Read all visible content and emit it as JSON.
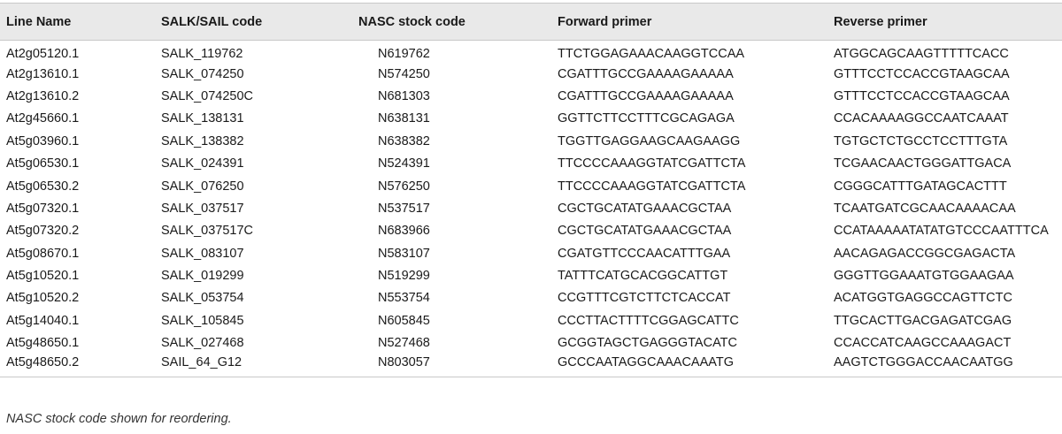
{
  "table": {
    "headers": [
      "Line Name",
      "SALK/SAIL code",
      "NASC stock code",
      "Forward primer",
      "Reverse primer"
    ],
    "rows": [
      [
        "At2g05120.1",
        "SALK_119762",
        "N619762",
        "TTCTGGAGAAACAAGGTCCAA",
        "ATGGCAGCAAGTTTTTCACC"
      ],
      [
        "At2g13610.1",
        "SALK_074250",
        "N574250",
        "CGATTTGCCGAAAAGAAAAA",
        "GTTTCCTCCACCGTAAGCAA"
      ],
      [
        "At2g13610.2",
        "SALK_074250C",
        "N681303",
        "CGATTTGCCGAAAAGAAAAA",
        "GTTTCCTCCACCGTAAGCAA"
      ],
      [
        "At2g45660.1",
        "SALK_138131",
        "N638131",
        "GGTTCTTCCTTTCGCAGAGA",
        "CCACAAAAGGCCAATCAAAT"
      ],
      [
        "At5g03960.1",
        "SALK_138382",
        "N638382",
        "TGGTTGAGGAAGCAAGAAGG",
        "TGTGCTCTGCCTCCTTTGTA"
      ],
      [
        "At5g06530.1",
        "SALK_024391",
        "N524391",
        "TTCCCCAAAGGTATCGATTCTA",
        "TCGAACAACTGGGATTGACA"
      ],
      [
        "At5g06530.2",
        "SALK_076250",
        "N576250",
        "TTCCCCAAAGGTATCGATTCTA",
        "CGGGCATTTGATAGCACTTT"
      ],
      [
        "At5g07320.1",
        "SALK_037517",
        "N537517",
        "CGCTGCATATGAAACGCTAA",
        "TCAATGATCGCAACAAAACAA"
      ],
      [
        "At5g07320.2",
        "SALK_037517C",
        "N683966",
        "CGCTGCATATGAAACGCTAA",
        "CCATAAAAATATATGTCCCAATTTCA"
      ],
      [
        "At5g08670.1",
        "SALK_083107",
        "N583107",
        "CGATGTTCCCAACATTTGAA",
        "AACAGAGACCGGCGAGACTA"
      ],
      [
        "At5g10520.1",
        "SALK_019299",
        "N519299",
        "TATTTCATGCACGGCATTGT",
        "GGGTTGGAAATGTGGAAGAA"
      ],
      [
        "At5g10520.2",
        "SALK_053754",
        "N553754",
        "CCGTTTCGTCTTCTCACCAT",
        "ACATGGTGAGGCCAGTTCTC"
      ],
      [
        "At5g14040.1",
        "SALK_105845",
        "N605845",
        "CCCTTACTTTTCGGAGCATTC",
        "TTGCACTTGACGAGATCGAG"
      ],
      [
        "At5g48650.1",
        "SALK_027468",
        "N527468",
        "GCGGTAGCTGAGGGTACATC",
        "CCACCATCAAGCCAAAGACT"
      ],
      [
        "At5g48650.2",
        "SAIL_64_G12",
        "N803057",
        "GCCCAATAGGCAAACAAATG",
        "AAGTCTGGGACCAACAATGG"
      ]
    ]
  },
  "footnote": "NASC stock code shown for reordering."
}
